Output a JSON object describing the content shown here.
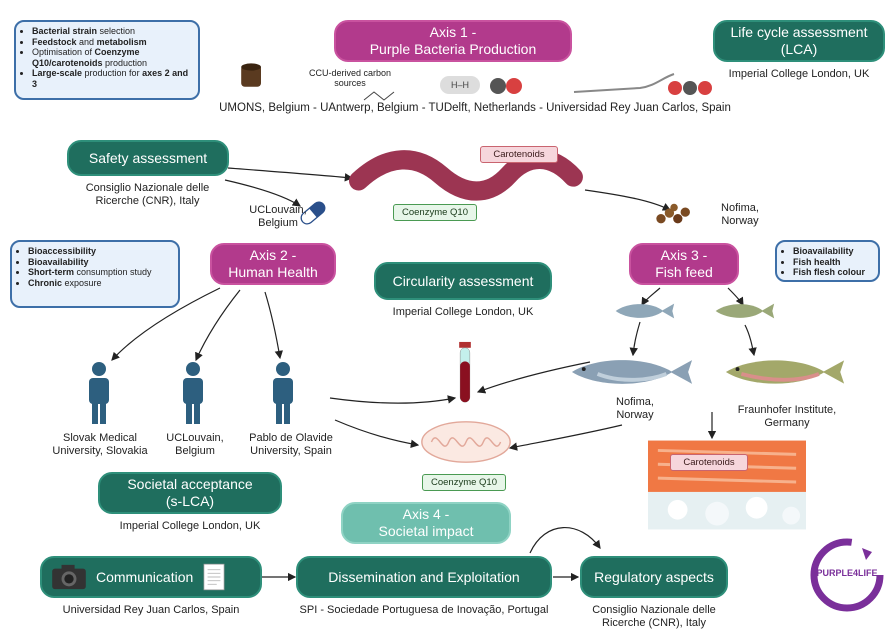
{
  "axis1": {
    "title_line1": "Axis 1 -",
    "title_line2": "Purple Bacteria Production"
  },
  "axis2": {
    "title_line1": "Axis 2 -",
    "title_line2": "Human Health"
  },
  "axis3": {
    "title_line1": "Axis 3 -",
    "title_line2": "Fish feed"
  },
  "axis4": {
    "title_line1": "Axis 4 -",
    "title_line2": "Societal impact"
  },
  "lca": {
    "title_line1": "Life cycle assessment",
    "title_line2": "(LCA)",
    "org": "Imperial College London, UK"
  },
  "safety": {
    "title": "Safety assessment",
    "org_line1": "Consiglio Nazionale delle",
    "org_line2": "Ricerche (CNR), Italy"
  },
  "circularity": {
    "title": "Circularity assessment",
    "org": "Imperial College London, UK"
  },
  "societal": {
    "title_line1": "Societal acceptance",
    "title_line2": "(s-LCA)",
    "org": "Imperial College London, UK"
  },
  "communication": {
    "title": "Communication",
    "org": "Universidad Rey Juan Carlos, Spain"
  },
  "dissemination": {
    "title": "Dissemination and Exploitation",
    "org": "SPI - Sociedade Portuguesa de Inovação, Portugal"
  },
  "regulatory": {
    "title": "Regulatory aspects",
    "org_line1": "Consiglio Nazionale delle",
    "org_line2": "Ricerche (CNR), Italy"
  },
  "axis1_partners": "UMONS, Belgium - UAntwerp, Belgium - TUDelft, Netherlands - Universidad Rey Juan Carlos, Spain",
  "ccu_label_line1": "CCU-derived carbon",
  "ccu_label_line2": "sources",
  "h2_label": "H–H",
  "note1": {
    "items": [
      {
        "bold": "Bacterial strain",
        "rest": " selection"
      },
      {
        "bold": "Feedstock",
        "rest": " and ",
        "bold2": "metabolism"
      },
      {
        "bold": "",
        "rest": "Optimisation of ",
        "bold2": "Coenzyme Q10/carotenoids",
        "rest2": " production"
      },
      {
        "bold": "Large-scale",
        "rest": " production for ",
        "bold2": "axes 2 and 3"
      }
    ]
  },
  "note2": {
    "items": [
      {
        "bold": "Bioaccessibility",
        "rest": ""
      },
      {
        "bold": "Bioavailability",
        "rest": ""
      },
      {
        "bold": "Short-term",
        "rest": " consumption study"
      },
      {
        "bold": "Chronic",
        "rest": " exposure"
      }
    ]
  },
  "note3": {
    "items": [
      "Bioavailability",
      "Fish health",
      "Fish flesh colour"
    ]
  },
  "tags": {
    "carotenoids_top": "Carotenoids",
    "coenzyme_top": "Coenzyme Q10",
    "carotenoids_salmon": "Carotenoids",
    "coenzyme_bottom": "Coenzyme Q10"
  },
  "ucl_capsule": {
    "line1": "UCLouvain,",
    "line2": "Belgium"
  },
  "nofima_feed": {
    "line1": "Nofima,",
    "line2": "Norway"
  },
  "persons": [
    {
      "line1": "Slovak Medical",
      "line2": "University, Slovakia"
    },
    {
      "line1": "UCLouvain,",
      "line2": "Belgium"
    },
    {
      "line1": "Pablo de Olavide",
      "line2": "University, Spain"
    }
  ],
  "nofima_fish": {
    "line1": "Nofima,",
    "line2": "Norway"
  },
  "fraunhofer": {
    "line1": "Fraunhofer Institute,",
    "line2": "Germany"
  },
  "logo": {
    "text": "PURPLE4LIFE"
  },
  "colors": {
    "green": "#1f6e5e",
    "purple": "#b23a8c",
    "lightgreen": "#6fbfae",
    "bacteria": "#9c3552"
  }
}
